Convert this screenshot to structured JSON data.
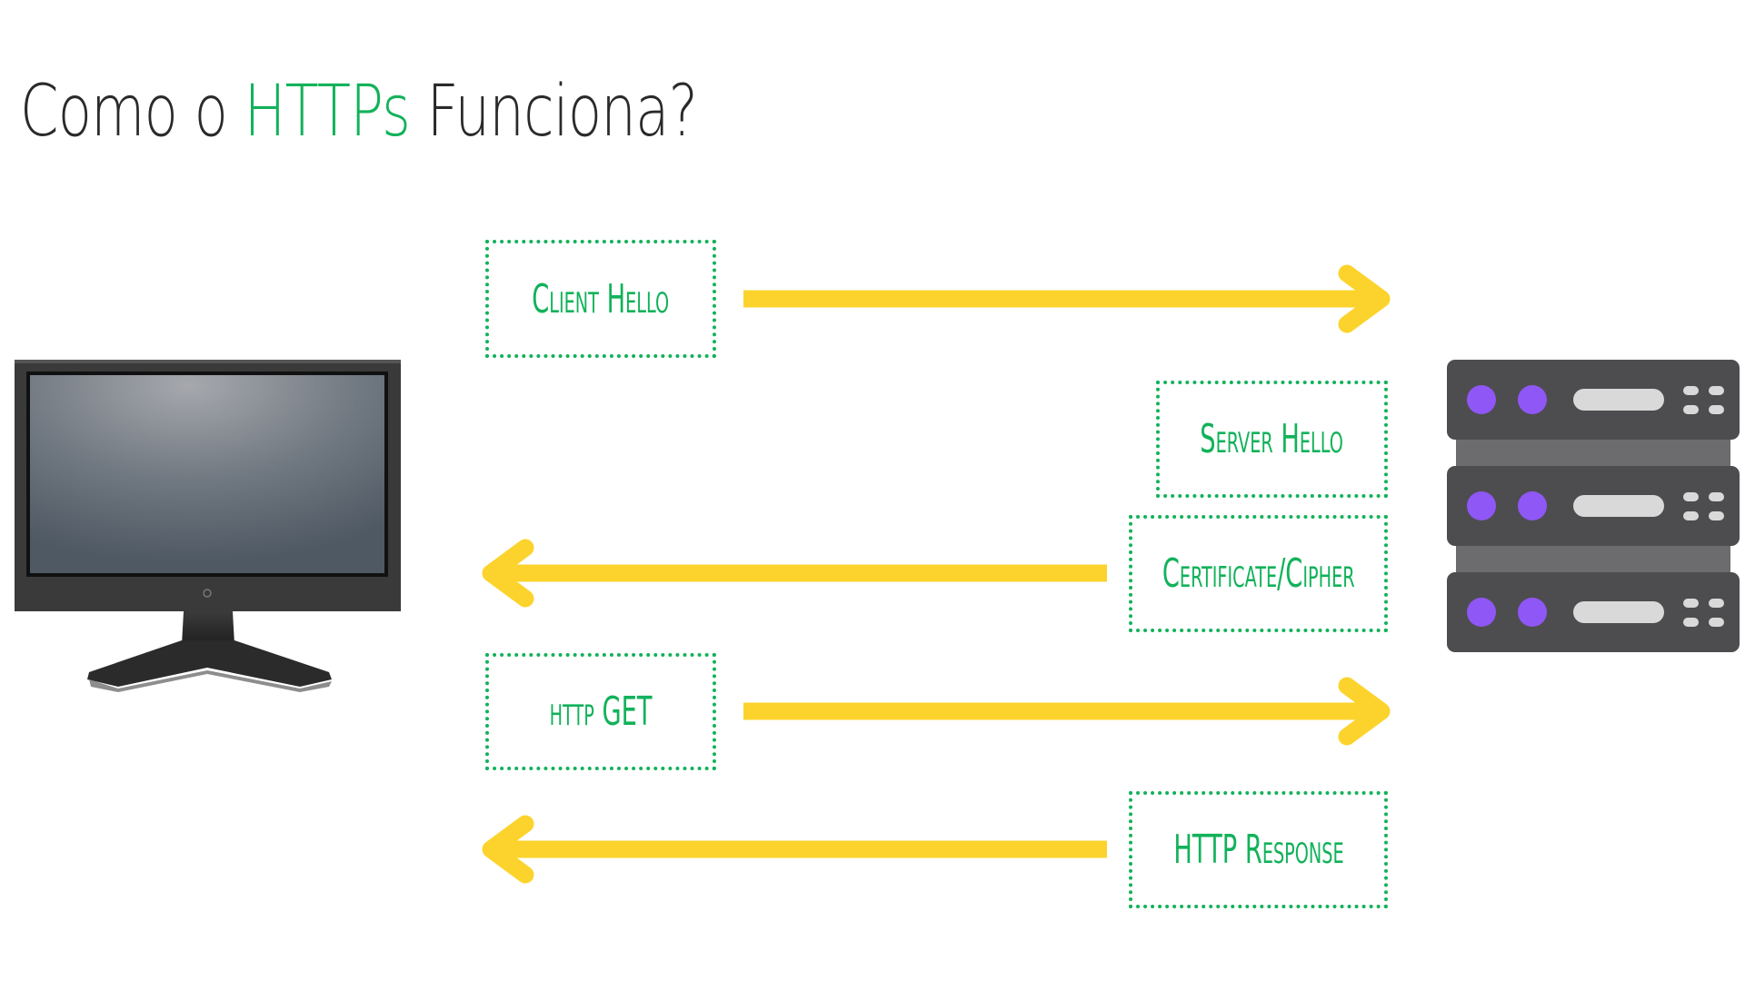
{
  "title": {
    "prefix": "Como o ",
    "accent": "HTTPs",
    "suffix": " Funciona?"
  },
  "messages": [
    {
      "label": "Client Hello",
      "direction": "to-server"
    },
    {
      "label": "Server Hello",
      "direction": "to-client"
    },
    {
      "label": "Certificate/Cipher",
      "direction": "to-client"
    },
    {
      "label": "http GET",
      "direction": "to-server"
    },
    {
      "label": "HTTP Response",
      "direction": "to-client"
    }
  ],
  "colors": {
    "accent": "#12b25a",
    "arrow": "#fcd32c",
    "text": "#2a2a2a",
    "server_body": "#4d4d4f",
    "server_led": "#8f57f5",
    "monitor_frame": "#3a3a3a"
  },
  "icons": {
    "client": "desktop-monitor-icon",
    "server": "server-rack-icon"
  }
}
